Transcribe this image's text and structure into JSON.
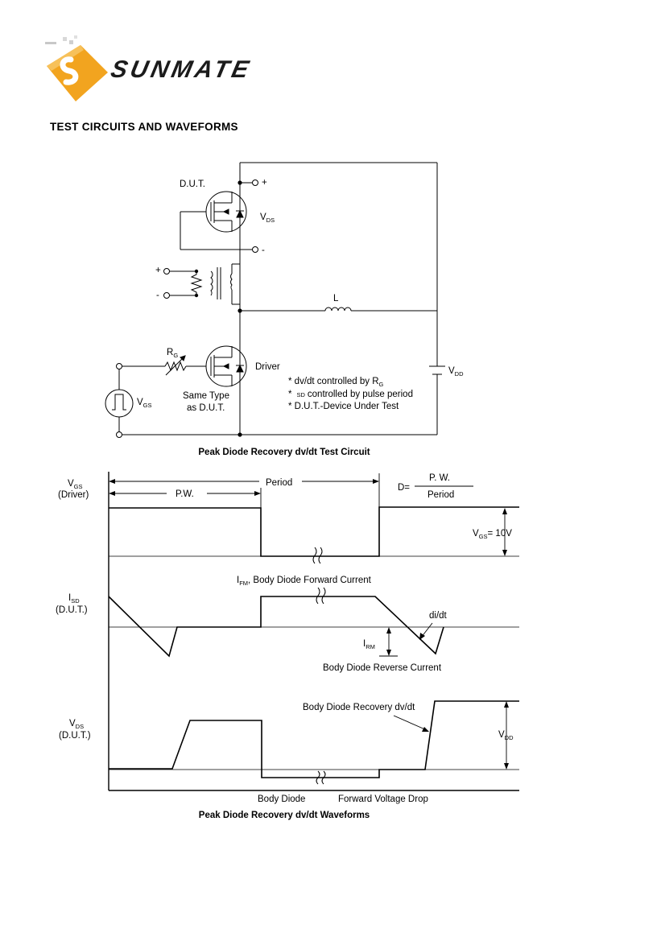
{
  "brand": {
    "logo_text": "SUNMATE",
    "accent": "#f0a020"
  },
  "heading": "TEST CIRCUITS AND WAVEFORMS",
  "circuit": {
    "caption": "Peak Diode Recovery dv/dt Test Circuit",
    "dut_label": "D.U.T.",
    "vds_main": "V",
    "vds_sub": "DS",
    "plus": "+",
    "minus": "-",
    "inductor_label": "L",
    "rg_main": "R",
    "rg_sub": "G",
    "driver_label": "Driver",
    "vgs_main": "V",
    "vgs_sub": "GS",
    "same_type_1": "Same Type",
    "same_type_2": "as D.U.T.",
    "vdd_main": "V",
    "vdd_sub": "DD",
    "note1_main": "* dv/dt controlled by R",
    "note1_sub": "G",
    "note2_star": "*",
    "note2_sub": "SD",
    "note2_rest": "controlled by pulse period",
    "note3": "* D.U.T.-Device Under Test"
  },
  "waveforms": {
    "caption": "Peak Diode Recovery dv/dt Waveforms",
    "vgs_main": "V",
    "vgs_sub": "GS",
    "vgs_desc": "(Driver)",
    "period": "Period",
    "pw": "P.W.",
    "d_eq": "D=",
    "d_num": "P. W.",
    "d_den": "Period",
    "vgs10_main": "V",
    "vgs10_sub": "GS",
    "vgs10_rest": "= 10V",
    "ifm_main": "I",
    "ifm_sub": "FM",
    "ifm_rest": ", Body Diode Forward Current",
    "isd_main": "I",
    "isd_sub": "SD",
    "isd_desc": "(D.U.T.)",
    "didt": "di/dt",
    "irm_main": "I",
    "irm_sub": "RM",
    "reverse_current": "Body Diode Reverse Current",
    "recovery": "Body Diode Recovery dv/dt",
    "vds_main": "V",
    "vds_sub": "DS",
    "vds_desc": "(D.U.T.)",
    "vdd_main": "V",
    "vdd_sub": "DD",
    "body_diode": "Body Diode",
    "forward_drop": "Forward Voltage Drop"
  }
}
